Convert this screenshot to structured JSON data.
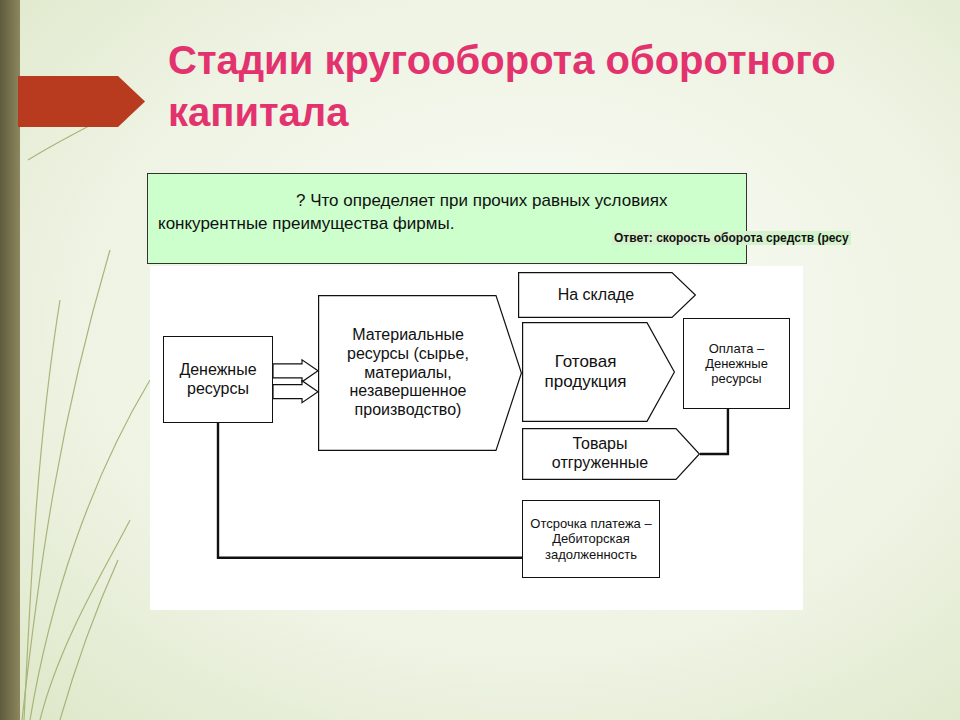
{
  "diagram": {
    "title": "Стадии кругооборота  оборотного капитала",
    "nodes": [
      {
        "text": [
          "? Что определяет при прочих равных условиях конкурентные преимущества фирмы."
        ]
      },
      {
        "text": [
          "Денежные ресурсы"
        ]
      },
      {
        "text": [
          "Материальные ресурсы (сырье, материалы, незавершенное производство)"
        ]
      },
      {
        "text": [
          "На складе"
        ]
      },
      {
        "text": [
          "Готовая продукция"
        ]
      },
      {
        "text": [
          "Товары отгруженные"
        ]
      },
      {
        "text": [
          "Оплата – Денежные ресурсы"
        ]
      },
      {
        "text": [
          "Отсрочка платежа – Дебиторская задолженность"
        ]
      }
    ],
    "edges": [
      {
        "from": 1,
        "to": 2,
        "arrow": "to"
      },
      {
        "from": 5,
        "to": 6,
        "arrow": "none"
      },
      {
        "from": 1,
        "to": 7,
        "arrow": "none"
      }
    ],
    "labels": [
      "Ответ: скорость оборота средств (ресу"
    ]
  }
}
